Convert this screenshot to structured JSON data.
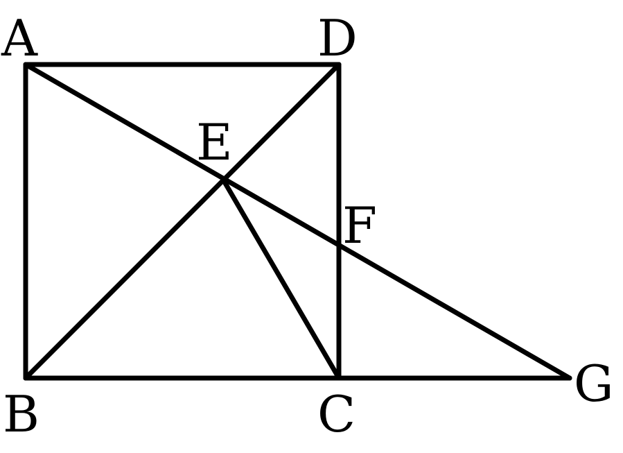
{
  "diagram": {
    "points": [
      {
        "id": "A",
        "label": "A"
      },
      {
        "id": "B",
        "label": "B"
      },
      {
        "id": "C",
        "label": "C"
      },
      {
        "id": "D",
        "label": "D"
      },
      {
        "id": "E",
        "label": "E"
      },
      {
        "id": "F",
        "label": "F"
      },
      {
        "id": "G",
        "label": "G"
      }
    ],
    "segments": [
      [
        "A",
        "D"
      ],
      [
        "A",
        "B"
      ],
      [
        "B",
        "C"
      ],
      [
        "C",
        "D"
      ],
      [
        "B",
        "D"
      ],
      [
        "C",
        "G"
      ],
      [
        "A",
        "G"
      ],
      [
        "E",
        "C"
      ]
    ],
    "stroke_color": "#000000",
    "background_color": "#ffffff"
  }
}
